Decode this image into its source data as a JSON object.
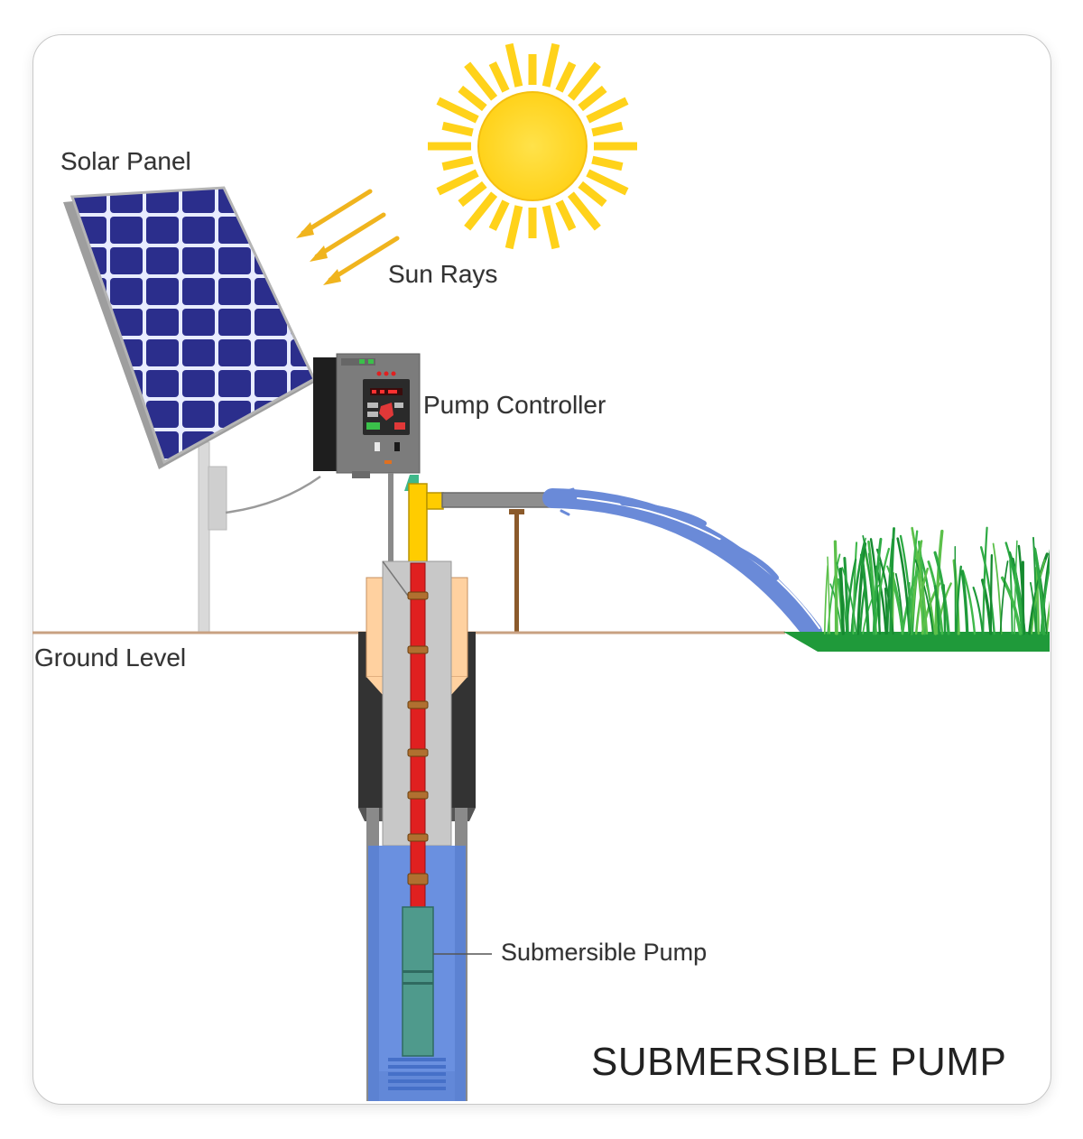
{
  "diagram": {
    "title": "SUBMERSIBLE PUMP",
    "labels": {
      "solar_panel": "Solar Panel",
      "sun_rays": "Sun Rays",
      "pump_controller": "Pump Controller",
      "ground_level": "Ground Level",
      "submersible_pump": "Submersible Pump"
    },
    "components": [
      {
        "name": "Sun",
        "icon": "sun-icon"
      },
      {
        "name": "Sun Rays",
        "icon": "arrow-icon",
        "count": 3
      },
      {
        "name": "Solar Panel",
        "icon": "solar-panel-icon",
        "grid": "6 columns x 9 rows"
      },
      {
        "name": "Pump Controller",
        "icon": "controller-icon"
      },
      {
        "name": "Delivery Pipe",
        "icon": "pipe-icon"
      },
      {
        "name": "Water Outflow",
        "icon": "water-stream-icon"
      },
      {
        "name": "Grass Field",
        "icon": "grass-icon"
      },
      {
        "name": "Borewell Casing",
        "icon": "well-casing-icon"
      },
      {
        "name": "Submersible Pump",
        "icon": "pump-icon"
      }
    ],
    "colors": {
      "sun": "#ffd21a",
      "sun_rays": "#f0b41e",
      "panel_cells": "#2b2e8c",
      "panel_frame": "#a6a6a6",
      "ground_line": "#c8a182",
      "water": "#6a8ad8",
      "well_water": "#5a82d6",
      "grass": "#1f9a3a",
      "cable": "#e02020",
      "riser_pipe": "#ffcc00",
      "pump_body": "#4f9a8c",
      "casing": "#333333",
      "sleeve": "#ffd1a0",
      "text": "#333333"
    }
  }
}
